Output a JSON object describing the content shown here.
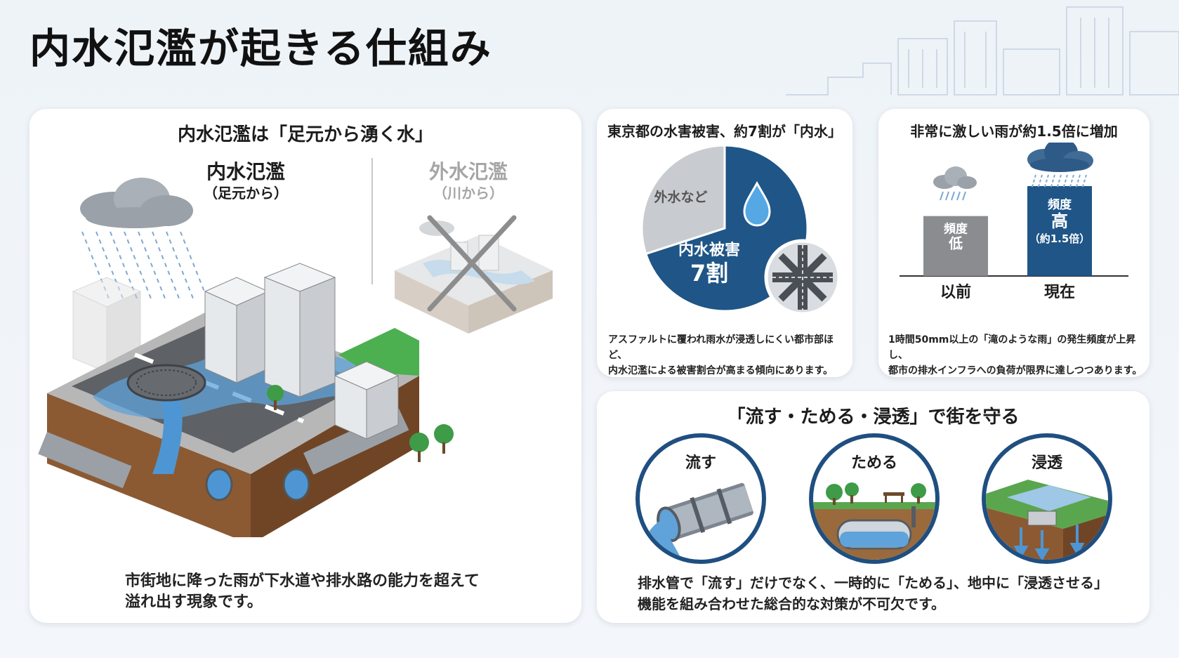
{
  "page": {
    "title": "内水氾濫が起きる仕組み"
  },
  "left_card": {
    "title": "内水氾濫は「足元から湧く水」",
    "inland_label": "内水氾濫",
    "inland_sub": "（足元から）",
    "river_label": "外水氾濫",
    "river_sub": "（川から）",
    "desc_line1": "市街地に降った雨が下水道や排水路の能力を超えて",
    "desc_line2": "溢れ出す現象です。"
  },
  "pie_card": {
    "title": "東京都の水害被害、約7割が「内水」",
    "chart_data": {
      "type": "pie",
      "slices": [
        {
          "label": "内水被害",
          "value_label": "7割",
          "value": 70,
          "color": "#1f5587"
        },
        {
          "label": "外水など",
          "value": 30,
          "color": "#c8cbd0"
        }
      ]
    },
    "desc_line1": "アスファルトに覆われ雨水が浸透しにくい都市部ほど、",
    "desc_line2": "内水氾濫による被害割合が高まる傾向にあります。"
  },
  "bar_card": {
    "title": "非常に激しい雨が約1.5倍に増加",
    "chart_data": {
      "type": "bar",
      "categories": [
        "以前",
        "現在"
      ],
      "values": [
        1,
        1.5
      ],
      "bar_labels": [
        [
          "頻度",
          "低"
        ],
        [
          "頻度",
          "高",
          "（約1.5倍）"
        ]
      ],
      "colors": [
        "#8a8c90",
        "#1f5587"
      ]
    },
    "desc_line1": "1時間50mm以上の「滝のような雨」の発生頻度が上昇し、",
    "desc_line2": "都市の排水インフラへの負荷が限界に達しつつあります。"
  },
  "measures_card": {
    "title": "「流す・ためる・浸透」で街を守る",
    "items": [
      {
        "label": "流す",
        "icon": "pipe-icon"
      },
      {
        "label": "ためる",
        "icon": "storage-tank-icon"
      },
      {
        "label": "浸透",
        "icon": "infiltration-icon"
      }
    ],
    "desc_line1": "排水管で「流す」だけでなく、一時的に「ためる」、地中に「浸透させる」",
    "desc_line2": "機能を組み合わせた総合的な対策が不可欠です。"
  }
}
